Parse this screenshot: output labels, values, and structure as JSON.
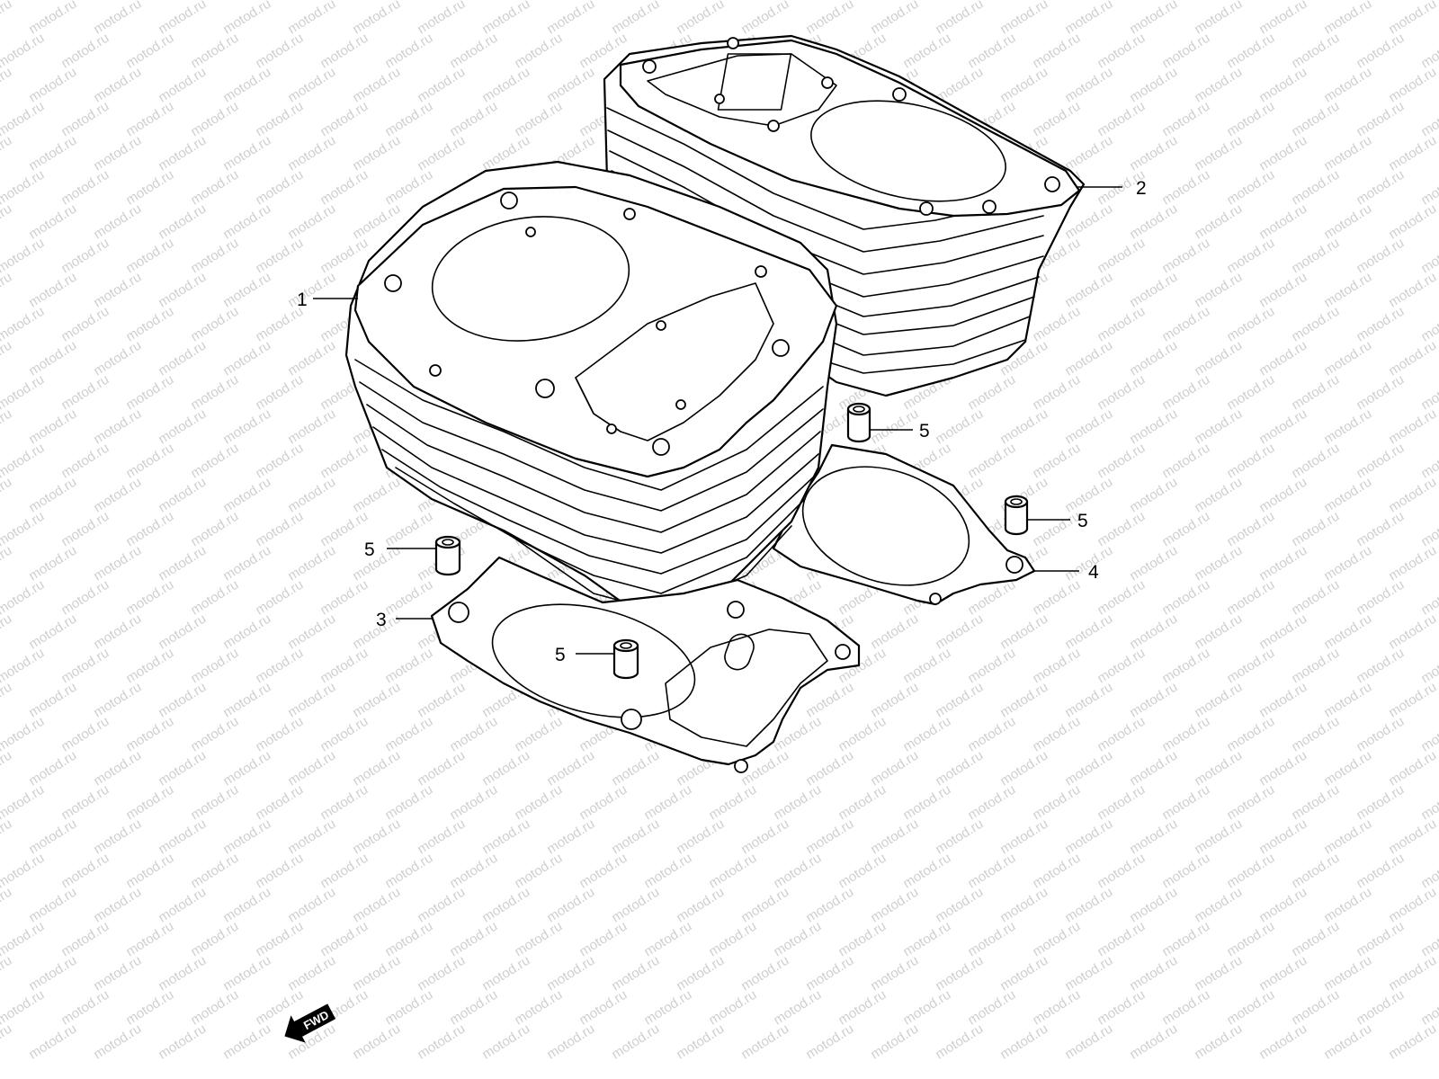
{
  "watermark": {
    "text": "motod.ru"
  },
  "callouts": [
    {
      "id": "c1",
      "label": "1"
    },
    {
      "id": "c2",
      "label": "2"
    },
    {
      "id": "c3",
      "label": "3"
    },
    {
      "id": "c4",
      "label": "4"
    },
    {
      "id": "c5a",
      "label": "5"
    },
    {
      "id": "c5b",
      "label": "5"
    },
    {
      "id": "c5c",
      "label": "5"
    },
    {
      "id": "c5d",
      "label": "5"
    }
  ],
  "fwd_arrow": {
    "label": "FWD"
  }
}
